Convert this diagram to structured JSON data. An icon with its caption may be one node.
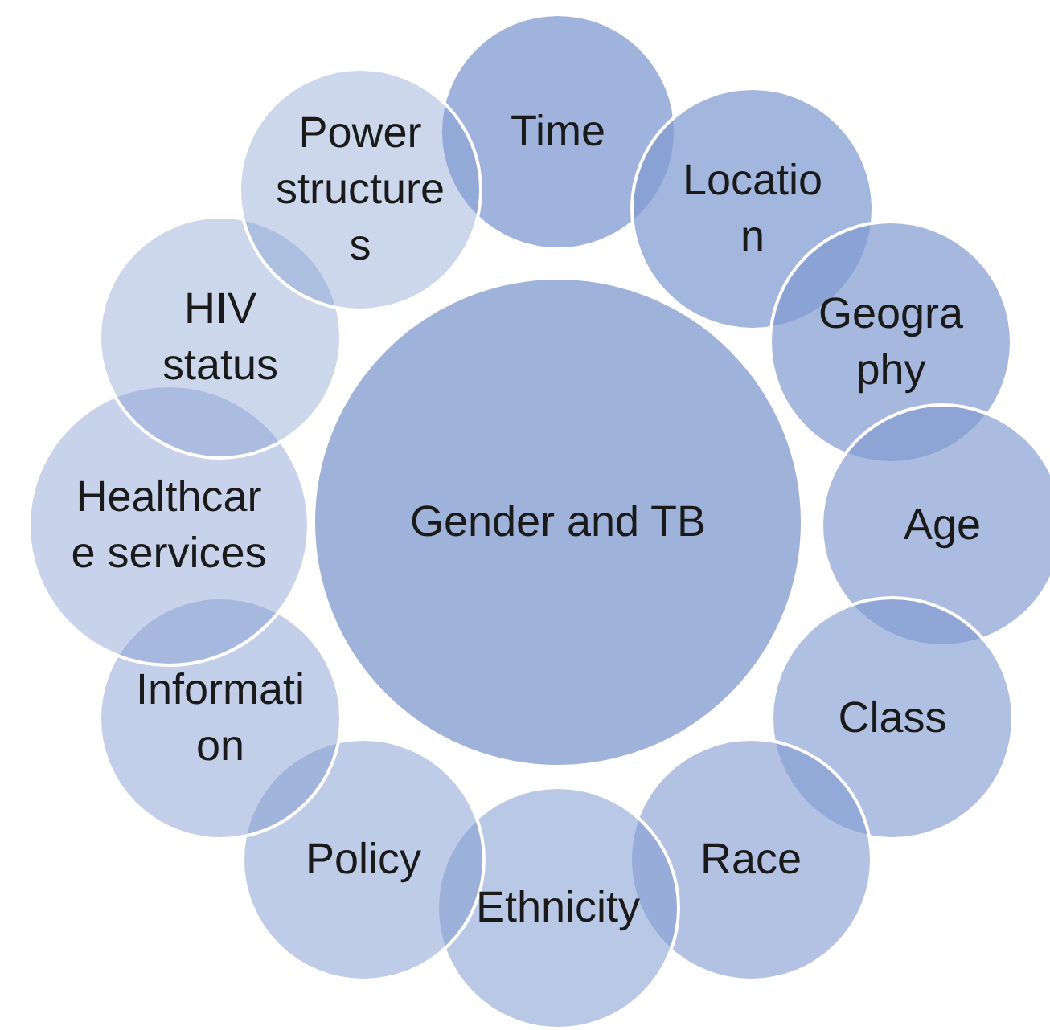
{
  "diagram": {
    "nodes": [
      {
        "text": [
          "Gender and TB"
        ]
      },
      {
        "text": [
          "Time"
        ]
      },
      {
        "text": [
          "Location"
        ]
      },
      {
        "text": [
          "Geography"
        ]
      },
      {
        "text": [
          "Age"
        ]
      },
      {
        "text": [
          "Class"
        ]
      },
      {
        "text": [
          "Race"
        ]
      },
      {
        "text": [
          "Ethnicity"
        ]
      },
      {
        "text": [
          "Policy"
        ]
      },
      {
        "text": [
          "Information"
        ]
      },
      {
        "text": [
          "Healthcare services"
        ]
      },
      {
        "text": [
          "HIV status"
        ]
      },
      {
        "text": [
          "Power structures"
        ]
      }
    ]
  }
}
